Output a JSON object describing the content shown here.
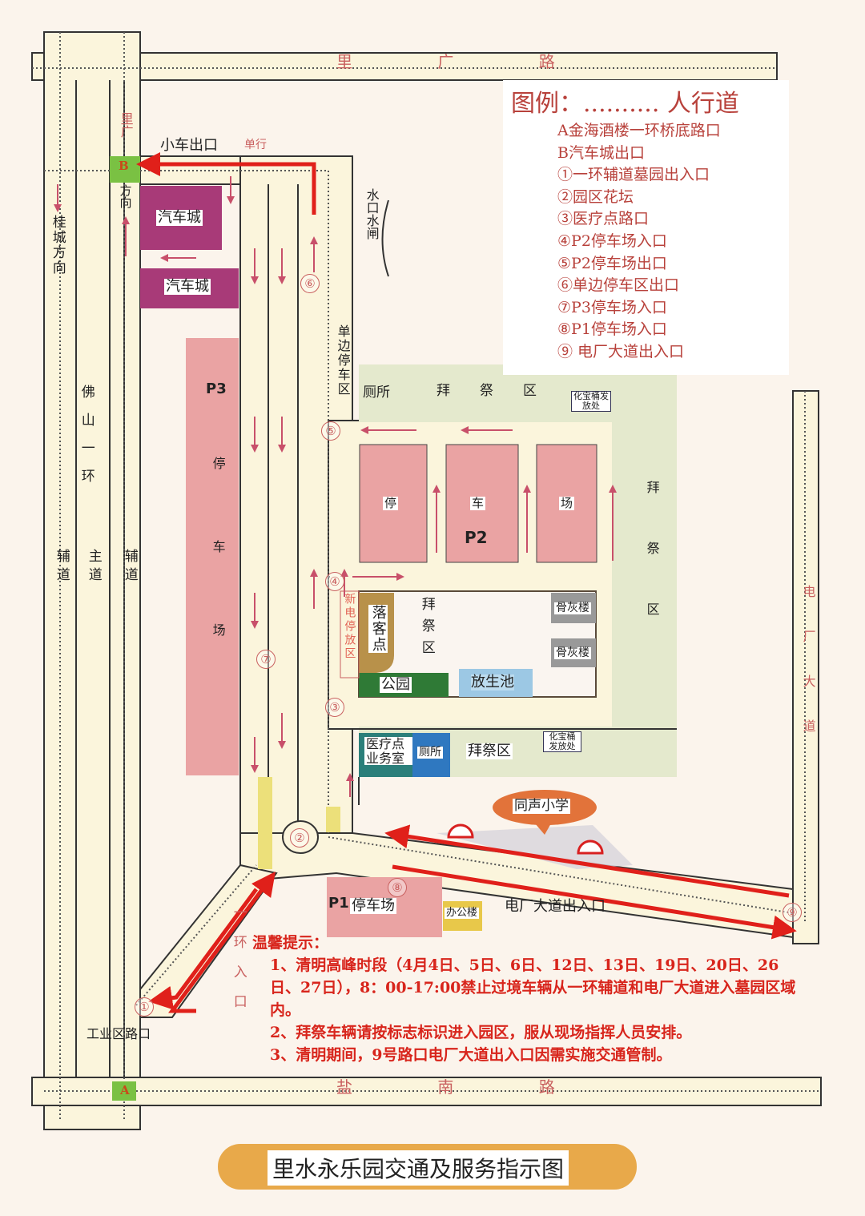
{
  "colors": {
    "road": "#fbf5dc",
    "arrow": "#e0201a",
    "car_city": "#a83a78",
    "parking": "#eaa3a3",
    "worship": "#e4e9cd",
    "accent": "#e8a94a"
  },
  "roads": {
    "top": "里 广 路",
    "bottom": "盐 南 路",
    "right": "电厂大道",
    "left_outer": "桂城方向",
    "ring_main": "佛山一环",
    "main": "主道",
    "aux_left": "辅道",
    "aux_right": "辅道",
    "ligang_top": "里广",
    "ligang_bottom": "方向",
    "ring_entry": "一环入口"
  },
  "points": {
    "A": "A",
    "B": "B"
  },
  "labels": {
    "small_car_exit": "小车出口",
    "one_way": "单行",
    "car_city_1": "汽车城",
    "car_city_2": "汽车城",
    "sluice": "水口水闸",
    "p3": "P3",
    "p3_text": "停车场",
    "single_side": "单边停车区",
    "toilet_1": "厕所",
    "worship_top": "拜　祭　区",
    "treasure_1": "化宝桶发放处",
    "p2": "P2",
    "p2_a": "停",
    "p2_b": "车",
    "p2_c": "场",
    "worship_right": "拜祭区",
    "ev_parking": "新电停放区",
    "dropoff": "落客点",
    "worship_inner": "拜祭区",
    "ash_1": "骨灰楼",
    "ash_2": "骨灰楼",
    "park": "公园",
    "pond": "放生池",
    "medical": "医疗点业务室",
    "toilet_2": "厕所",
    "worship_bottom": "拜祭区",
    "treasure_2": "化宝桶发放处",
    "school": "同声小学",
    "p1": "P1",
    "p1_text": "停车场",
    "office": "办公楼",
    "dianchang_exit": "电厂大道出入口",
    "industrial": "工业区路口"
  },
  "markers": [
    "①",
    "②",
    "③",
    "④",
    "⑤",
    "⑥",
    "⑦",
    "⑧",
    "⑨"
  ],
  "legend": {
    "title": "图例：.......... 人行道",
    "items": [
      "A金海酒楼一环桥底路口",
      "B汽车城出口",
      "①一环辅道墓园出入口",
      "②园区花坛",
      "③医疗点路口",
      "④P2停车场入口",
      "⑤P2停车场出口",
      "⑥单边停车区出口",
      "⑦P3停车场入口",
      "⑧P1停车场入口",
      "⑨ 电厂大道出入口"
    ]
  },
  "notice": {
    "title": "温馨提示：",
    "items": [
      "1、清明高峰时段（4月4日、5日、6日、12日、13日、19日、20日、26日、27日），8：00-17:00禁止过境车辆从一环辅道和电厂大道进入墓园区域内。",
      "2、拜祭车辆请按标志标识进入园区，服从现场指挥人员安排。",
      "3、清明期间，9号路口电厂大道出入口因需实施交通管制。"
    ]
  },
  "title": "里水永乐园交通及服务指示图"
}
